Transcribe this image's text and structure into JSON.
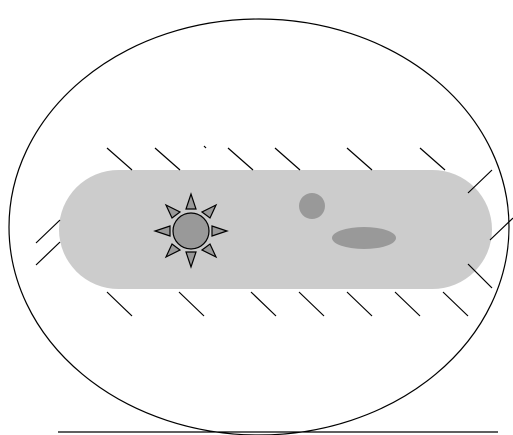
{
  "colors": {
    "background": "#ffffff",
    "outline": "#000000",
    "capsule_fill": "#cccccc",
    "spot_fill": "#999999",
    "core_fill": "#999999"
  },
  "icons": {
    "central_feature": "spiked-sun-icon",
    "small_spot": "small-circle-spot",
    "oval_spot": "oval-spot"
  },
  "elements": [
    "outer-ellipse",
    "capsule-body",
    "diagonal-hatch-lines",
    "spiked-sun-icon",
    "small-circle-spot",
    "oval-spot",
    "ground-line"
  ]
}
